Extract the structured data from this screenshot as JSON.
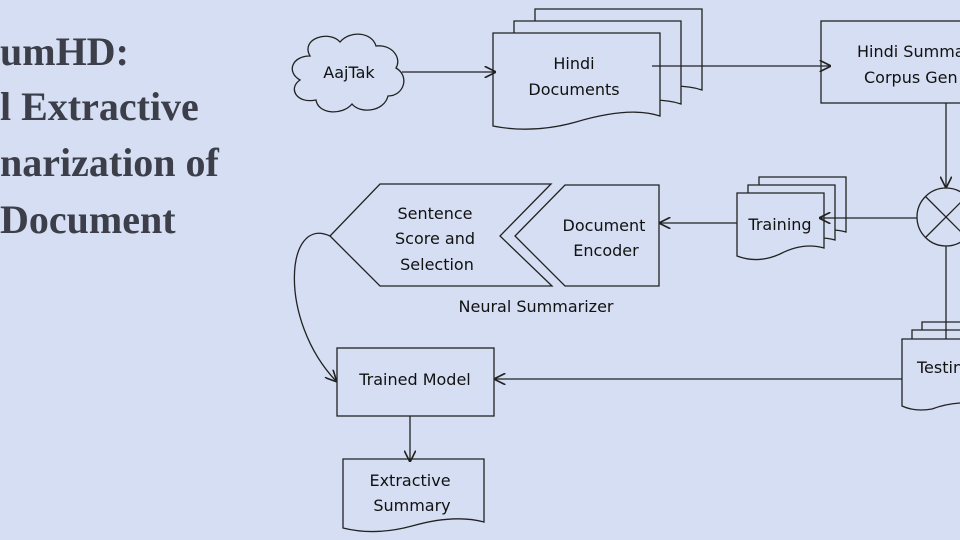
{
  "title": {
    "line1": "umHD:",
    "line2": "l Extractive",
    "line3": "narization of",
    "line4": "Document"
  },
  "nodes": {
    "source": "AajTak",
    "hindi_docs": [
      "Hindi",
      "Documents"
    ],
    "corpus_gen": [
      "Hindi Summa",
      "Corpus Gen"
    ],
    "training": "Training",
    "testing": "Testin",
    "doc_encoder": [
      "Document",
      "Encoder"
    ],
    "sentence_score": [
      "Sentence",
      "Score and",
      "Selection"
    ],
    "neural_summarizer_label": "Neural Summarizer",
    "trained_model": "Trained Model",
    "extractive_summary": [
      "Extractive",
      "Summary"
    ]
  }
}
